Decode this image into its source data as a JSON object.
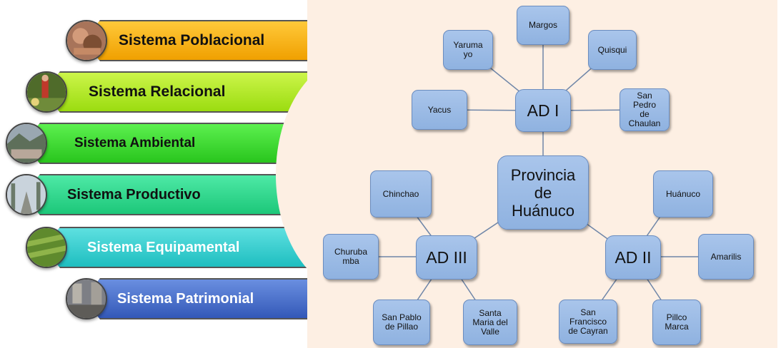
{
  "systems": [
    {
      "label": "Sistema Poblacional",
      "icon": "people-photo-icon",
      "color": "#ffb400"
    },
    {
      "label": "Sistema Relacional",
      "icon": "market-photo-icon",
      "color": "#b9ee2a"
    },
    {
      "label": "Sistema Ambiental",
      "icon": "city-landscape-photo-icon",
      "color": "#44e03a"
    },
    {
      "label": "Sistema Productivo",
      "icon": "street-photo-icon",
      "color": "#2fd88b"
    },
    {
      "label": "Sistema Equipamental",
      "icon": "field-photo-icon",
      "color": "#35cfd0"
    },
    {
      "label": "Sistema Patrimonial",
      "icon": "plaza-photo-icon",
      "color": "#4a70c9"
    }
  ],
  "diagram": {
    "center": "Provincia\nde\nHuánuco",
    "ad1": {
      "label": "AD I",
      "districts": [
        "Margos",
        "Yaruma\nyo",
        "Quisqui",
        "Yacus",
        "San\nPedro\nde\nChaulan"
      ]
    },
    "ad2": {
      "label": "AD II",
      "districts": [
        "Huánuco",
        "Amarilis",
        "San\nFrancisco\nde Cayran",
        "Pillco\nMarca"
      ]
    },
    "ad3": {
      "label": "AD III",
      "districts": [
        "Chinchao",
        "Churuba\nmba",
        "San Pablo\nde Pillao",
        "Santa\nMaria del\nValle"
      ]
    }
  }
}
